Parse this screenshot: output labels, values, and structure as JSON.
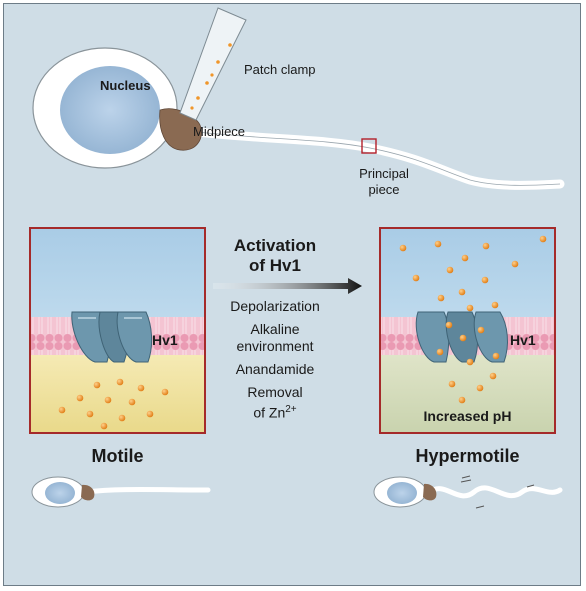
{
  "labels": {
    "nucleus": "Nucleus",
    "patch_clamp": "Patch clamp",
    "midpiece": "Midpiece",
    "principal_piece_line1": "Principal",
    "principal_piece_line2": "piece"
  },
  "arrow": {
    "title_line1": "Activation",
    "title_line2": "of Hv1"
  },
  "activators": [
    "Depolarization",
    "Alkaline",
    "environment",
    "Anandamide",
    "Removal",
    "of Zn"
  ],
  "zn_superscript": "2+",
  "left_box": {
    "channel_label": "Hv1",
    "caption": "Motile"
  },
  "right_box": {
    "channel_label": "Hv1",
    "inner_label": "Increased pH",
    "caption": "Hypermotile"
  },
  "colors": {
    "background": "#cfdde6",
    "box_border": "#a52a2a",
    "membrane": "#f2b8c9",
    "proton": "#f0962a",
    "channel": "#6d97ad",
    "midpiece": "#8a6a52"
  }
}
